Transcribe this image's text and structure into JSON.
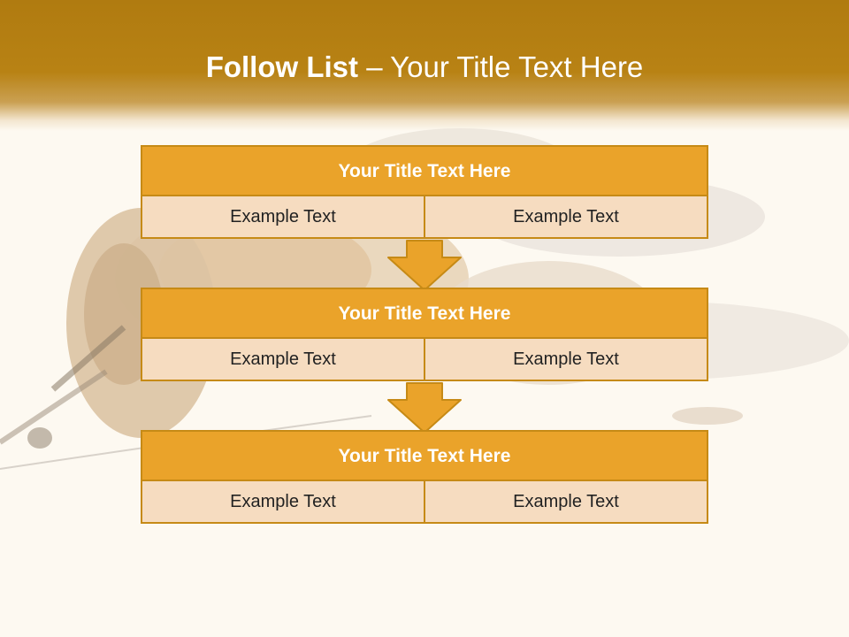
{
  "slide": {
    "title_lead": "Follow List",
    "title_rest": " – Your Title Text Here"
  },
  "blocks": [
    {
      "title": "Your Title Text Here",
      "left": "Example Text",
      "right": "Example Text"
    },
    {
      "title": "Your Title Text Here",
      "left": "Example Text",
      "right": "Example Text"
    },
    {
      "title": "Your Title Text Here",
      "left": "Example Text",
      "right": "Example Text"
    }
  ],
  "colors": {
    "header": "#b88214",
    "block_title": "#eaa32a",
    "block_cell": "#f6dcc0",
    "border": "#c68a16",
    "background": "#fdf9f1"
  },
  "icons": [
    "down-arrow-icon"
  ]
}
